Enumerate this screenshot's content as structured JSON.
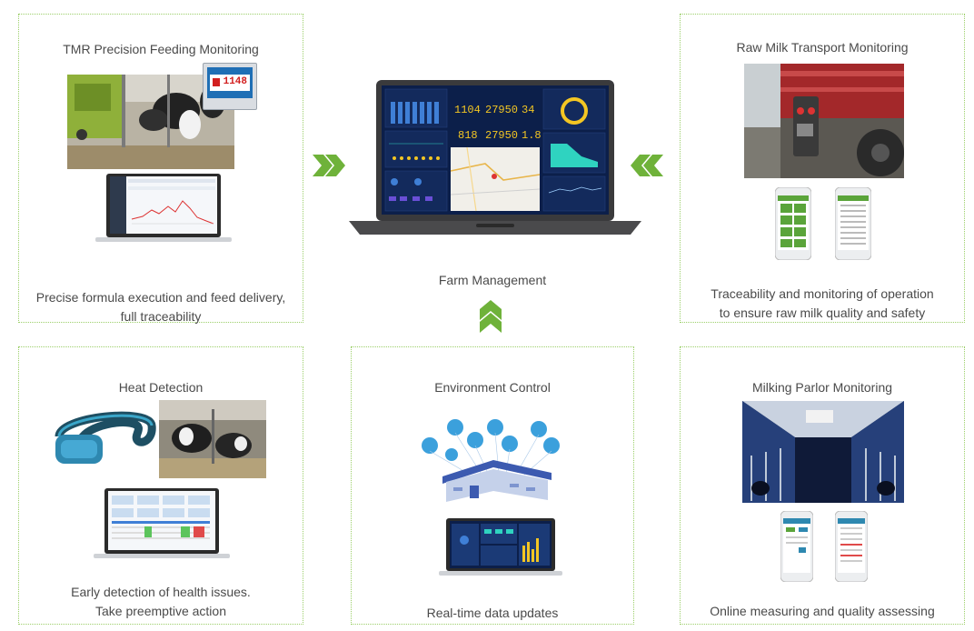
{
  "panels": {
    "tmr": {
      "title": "TMR Precision Feeding Monitoring",
      "caption_line1": "Precise formula execution and feed delivery,",
      "caption_line2": "full traceability",
      "display_value": "1148"
    },
    "raw_milk": {
      "title": "Raw Milk Transport Monitoring",
      "caption_line1": "Traceability and monitoring of operation",
      "caption_line2": "to ensure raw milk quality and safety"
    },
    "heat": {
      "title": "Heat Detection",
      "caption_line1": "Early detection of health issues.",
      "caption_line2": "Take preemptive action"
    },
    "environment": {
      "title": "Environment Control",
      "caption": "Real-time data updates"
    },
    "milking": {
      "title": "Milking Parlor Monitoring",
      "caption": "Online measuring and quality assessing"
    }
  },
  "center": {
    "label": "Farm Management",
    "stats": {
      "s1": "1104",
      "s2": "27950",
      "s3": "34",
      "s4": "818",
      "s5": "27950",
      "s6": "1.8"
    }
  },
  "colors": {
    "border_green": "#9ccf6a",
    "arrow_green": "#6fb23a",
    "dashboard_bg": "#0c1f4a",
    "accent_yellow": "#f3c623",
    "accent_teal": "#2fd3c0"
  }
}
